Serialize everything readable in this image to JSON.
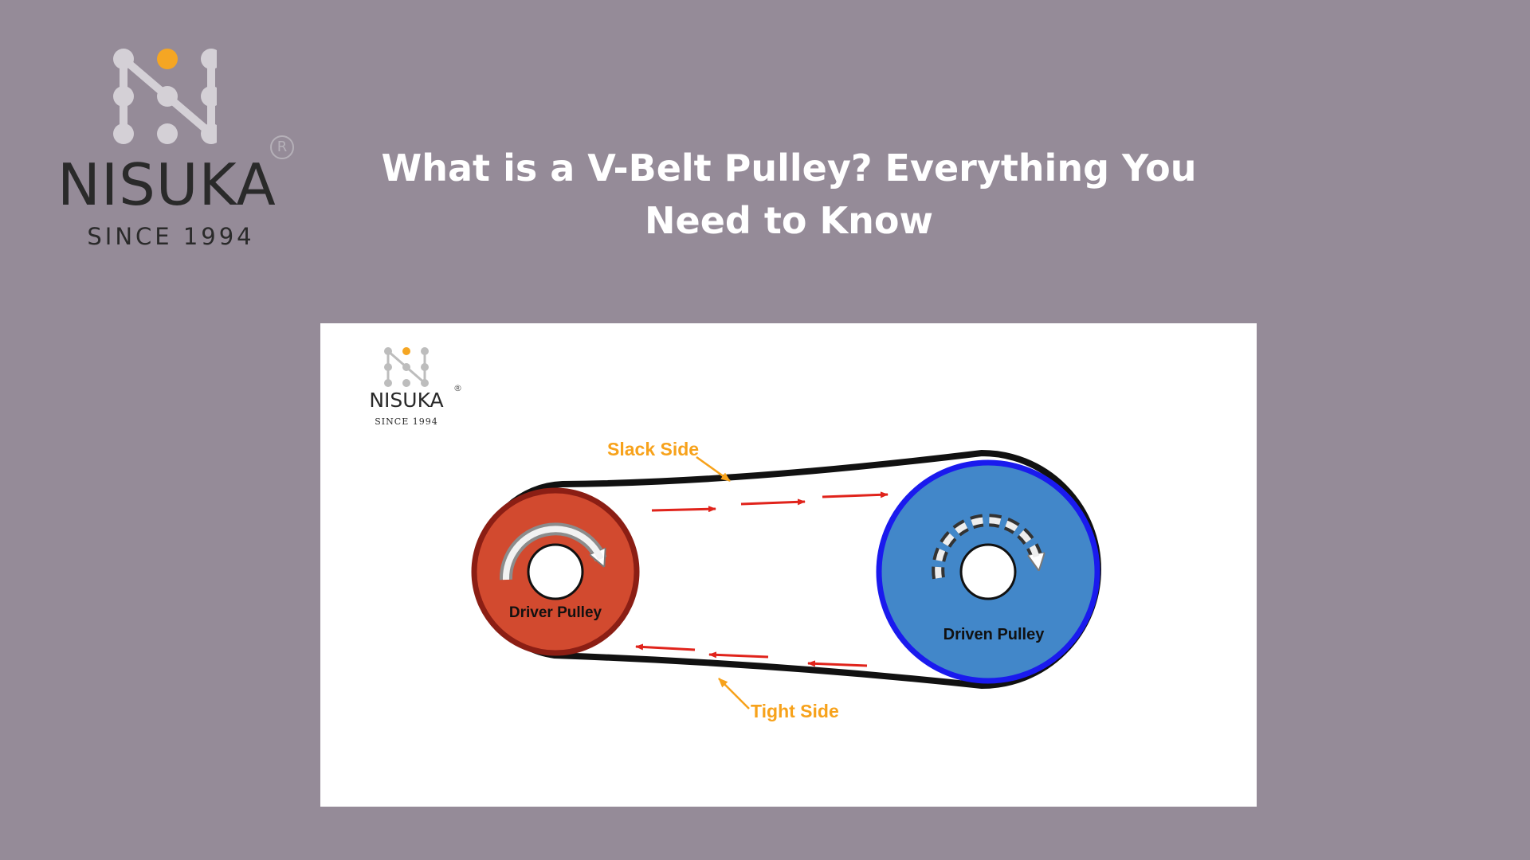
{
  "brand": {
    "name": "NISUKA",
    "since": "SINCE 1994",
    "registered_mark": "R"
  },
  "page": {
    "title": "What is a V-Belt Pulley? Everything You Need to Know"
  },
  "diagram": {
    "logo": {
      "name": "NISUKA",
      "since": "SINCE 1994",
      "registered_mark": "®"
    },
    "labels": {
      "slack_side": "Slack Side",
      "tight_side": "Tight Side",
      "driver_pulley": "Driver Pulley",
      "driven_pulley": "Driven Pulley"
    },
    "colors": {
      "driver_fill": "#d24a2f",
      "driver_rim": "#8b1e14",
      "driven_fill": "#4287c9",
      "driven_rim": "#1a1aee",
      "belt": "#111111",
      "flow_arrow": "#e0231b",
      "callout": "#f7a21b",
      "logo_accent": "#f5a623"
    }
  }
}
